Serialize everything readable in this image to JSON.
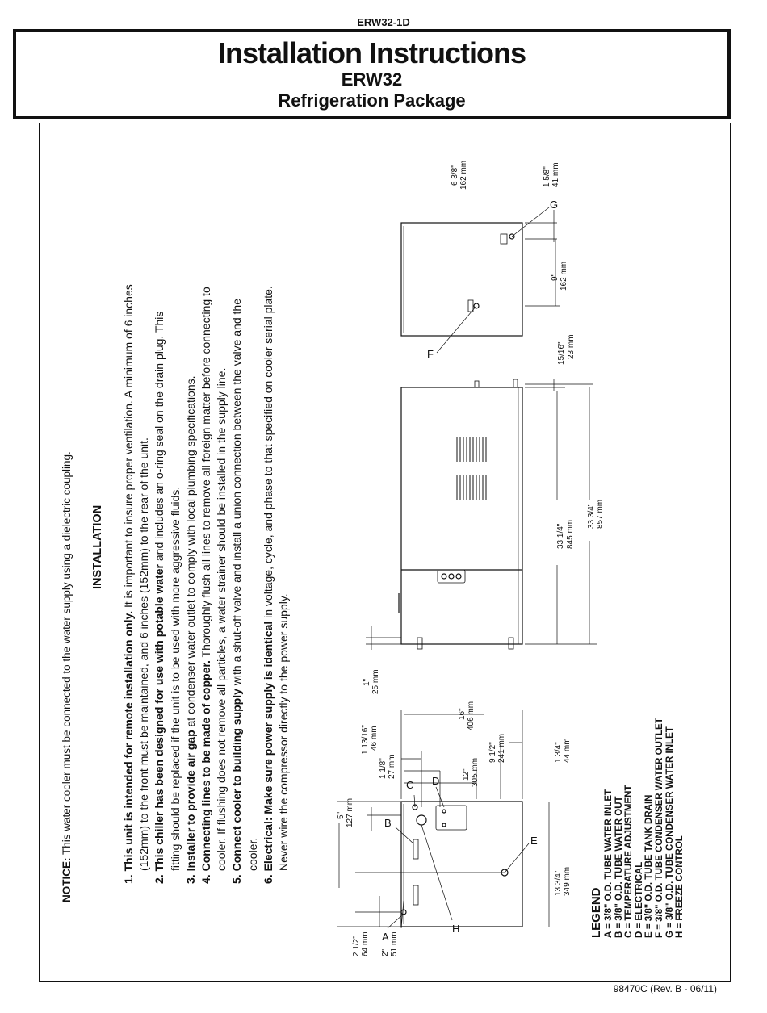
{
  "header": {
    "doc_code": "ERW32-1D",
    "title": "Installation Instructions",
    "model": "ERW32",
    "subtitle": "Refrigeration Package"
  },
  "notice": {
    "label": "NOTICE:",
    "text": "  This water cooler must be connected to the water supply using a dielectric coupling."
  },
  "installation": {
    "heading": "INSTALLATION",
    "items": [
      {
        "num": "1. ",
        "bold": "This unit is intended for remote installation only.",
        "line1": " It is important to insure proper ventilation. A minimum of 6 inches",
        "line2": "(152mm) to the front must be maintained, and 6 inches (152mm) to the rear of the unit."
      },
      {
        "num": "2. ",
        "bold": "This chiller has been designed for use with potable water",
        "line1": " and includes an o-ring seal on the drain plug. This",
        "line2": "fitting should be replaced if the unit is to be used with more aggressive fluids."
      },
      {
        "num": "3. ",
        "bold": "Installer to provide air gap",
        "line1": " at condenser water outlet to comply with local plumbing specifications.",
        "line2": ""
      },
      {
        "num": "4. ",
        "bold": "Connecting lines to be made of copper.",
        "line1": " Thoroughly flush all lines to remove all foreign matter before connecting to",
        "line2": "cooler. If flushing does not remove all particles, a water strainer should be installed in the supply line."
      },
      {
        "num": "5. ",
        "bold": "Connect cooler to building supply",
        "line1": " with a shut-off valve and install a union connection between the valve and the",
        "line2": "cooler."
      },
      {
        "num": "6. ",
        "bold": "Electrical:  Make sure power supply is identical",
        "line1": " in voltage, cycle, and phase to that specified on cooler serial plate.",
        "line2": "Never wire the compressor directly to the power supply."
      }
    ]
  },
  "legend": {
    "heading": "LEGEND",
    "items": [
      "A = 3/8\" O.D. TUBE WATER INLET",
      "B = 3/8\" O.D. TUBE WATER OUT",
      "C = TEMPERATURE ADJUSTMENT",
      "D = ELECTRICAL",
      "E = 3/8\" O.D. TUBE TANK DRAIN",
      "F = 3/8\" O.D. TUBE CONDENSER WATER OUTLET",
      "G = 3/8\" O.D. TUBE CONDENSER WATER INLET",
      "H = FREEZE CONTROL"
    ]
  },
  "dimensions": {
    "d_6_3_8": "6 3/8\"",
    "d_6_3_8_mm": "162 mm",
    "d_1_5_8": "1 5/8\"",
    "d_1_5_8_mm": "41 mm",
    "d_9": "9\"",
    "d_9_mm": "162 mm",
    "d_15_16": "15/16\"",
    "d_15_16_mm": "23 mm",
    "d_33_1_4": "33 1/4\"",
    "d_33_1_4_mm": "845 mm",
    "d_33_3_4": "33 3/4\"",
    "d_33_3_4_mm": "857 mm",
    "d_1": "1\"",
    "d_1_mm": "25 mm",
    "d_1_13_16": "1 13/16\"",
    "d_1_13_16_mm": "46 mm",
    "d_1_1_8": "1 1/8\"",
    "d_1_1_8_mm": "27 mm",
    "d_16": "16\"",
    "d_16_mm": "406 mm",
    "d_12": "12\"",
    "d_12_mm": "305 mm",
    "d_9_1_2": "9 1/2\"",
    "d_9_1_2_mm": "241 mm",
    "d_1_3_4": "1 3/4\"",
    "d_1_3_4_mm": "44 mm",
    "d_5": "5\"",
    "d_5_mm": "127 mm",
    "d_13_3_4": "13 3/4\"",
    "d_13_3_4_mm": "349 mm",
    "d_2_1_2": "2 1/2\"",
    "d_2_1_2_mm": "64 mm",
    "d_2": "2\"",
    "d_2_mm": "51 mm"
  },
  "callouts": {
    "A": "A",
    "B": "B",
    "C": "C",
    "D": "D",
    "E": "E",
    "F": "F",
    "G": "G",
    "H": "H"
  },
  "footer": {
    "part_number": "98470C (Rev. B - 06/11)"
  }
}
